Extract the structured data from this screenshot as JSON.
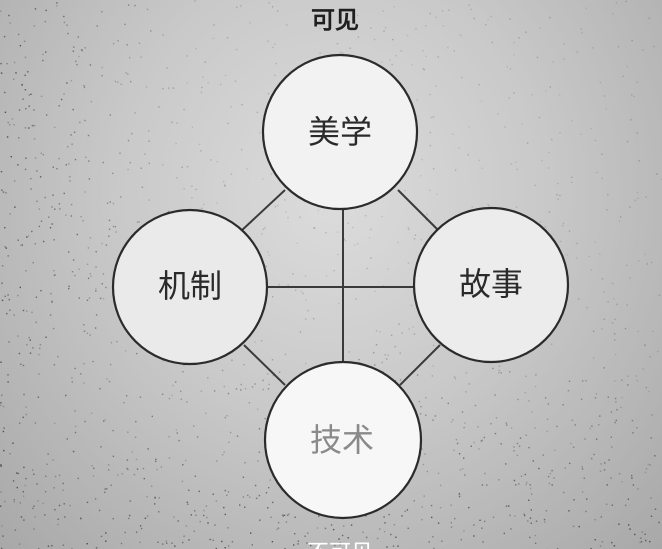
{
  "diagram": {
    "top_label": "可见",
    "bottom_label": "不可见",
    "nodes": {
      "top": "美学",
      "left": "机制",
      "right": "故事",
      "bottom": "技术"
    }
  }
}
